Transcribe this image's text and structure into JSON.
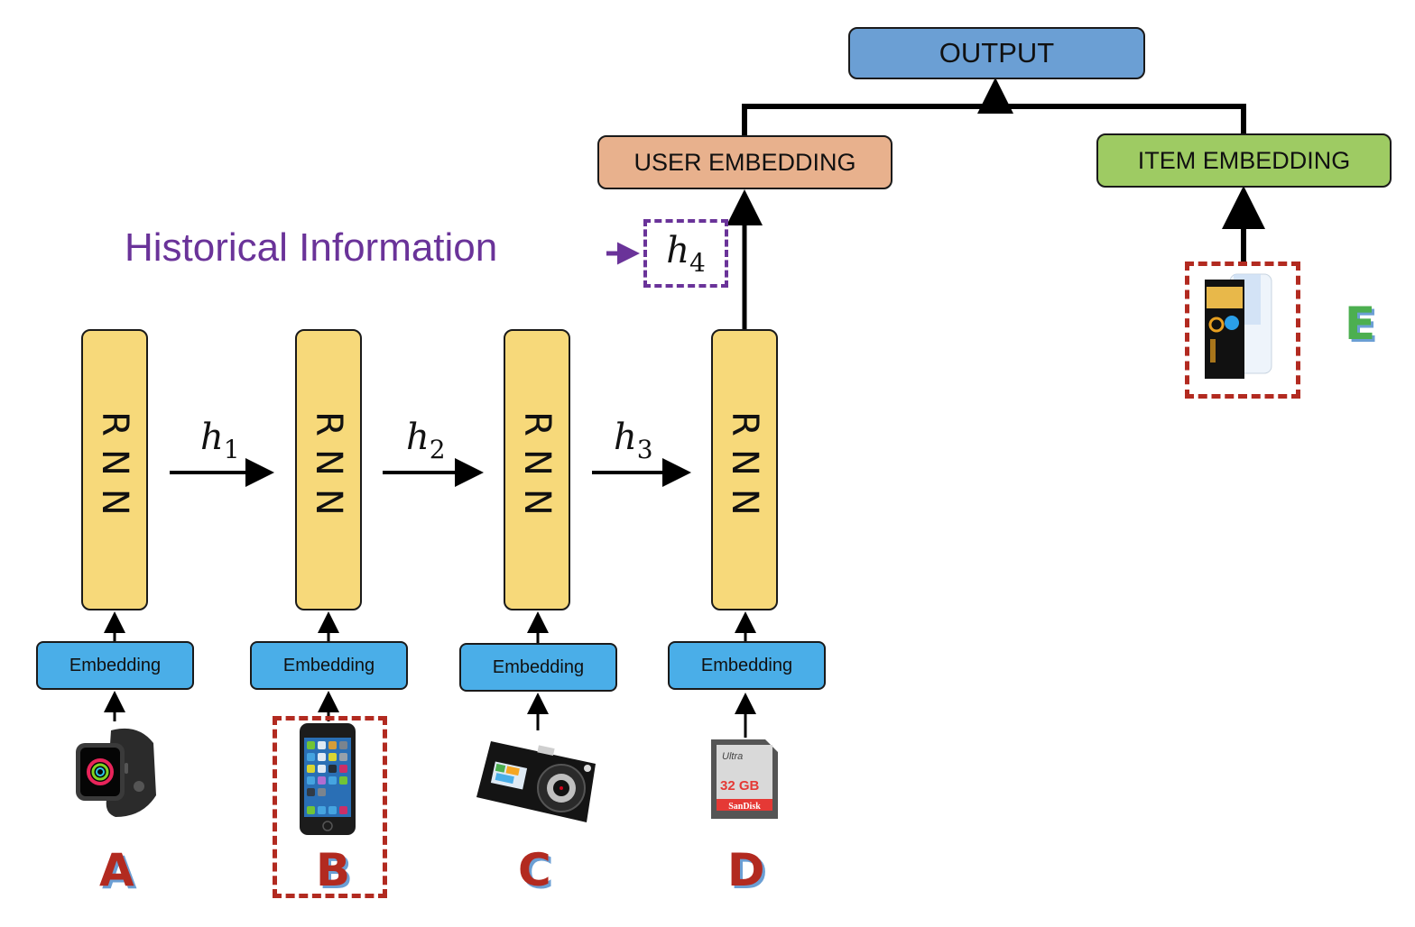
{
  "nodes": {
    "output": "OUTPUT",
    "user_embedding": "USER EMBEDDING",
    "item_embedding": "ITEM EMBEDDING",
    "rnn_label": "RNN",
    "embedding_label": "Embedding"
  },
  "historical_information": "Historical Information",
  "hidden_states": [
    {
      "base": "h",
      "sub": "1"
    },
    {
      "base": "h",
      "sub": "2"
    },
    {
      "base": "h",
      "sub": "3"
    },
    {
      "base": "h",
      "sub": "4"
    }
  ],
  "items": [
    {
      "letter": "A",
      "product": "smartwatch",
      "highlighted": false
    },
    {
      "letter": "B",
      "product": "smartphone",
      "highlighted": true
    },
    {
      "letter": "C",
      "product": "digital-camera",
      "highlighted": false
    },
    {
      "letter": "D",
      "product": "sd-card",
      "highlighted": false
    },
    {
      "letter": "E",
      "product": "screen-protector",
      "highlighted": true
    }
  ],
  "sd_card": {
    "brand": "SanDisk",
    "line": "Ultra",
    "capacity": "32 GB"
  },
  "colors": {
    "output": "#6b9fd4",
    "user_embedding": "#e8b18d",
    "item_embedding": "#9ecb63",
    "rnn": "#f7d97a",
    "embedding": "#4aaee8",
    "historical": "#6a3399",
    "highlight_red": "#b22a20",
    "letter_e": "#4caf50"
  }
}
